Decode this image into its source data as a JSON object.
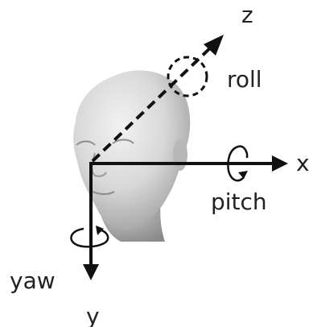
{
  "axes": {
    "x": {
      "label": "x"
    },
    "y": {
      "label": "y"
    },
    "z": {
      "label": "z"
    }
  },
  "rotations": {
    "roll": {
      "label": "roll"
    },
    "pitch": {
      "label": "pitch"
    },
    "yaw": {
      "label": "yaw"
    }
  },
  "colors": {
    "axis": "#111111",
    "head_light": "#e6e6e6",
    "head_shadow": "#9a9a9a",
    "text": "#222222"
  }
}
